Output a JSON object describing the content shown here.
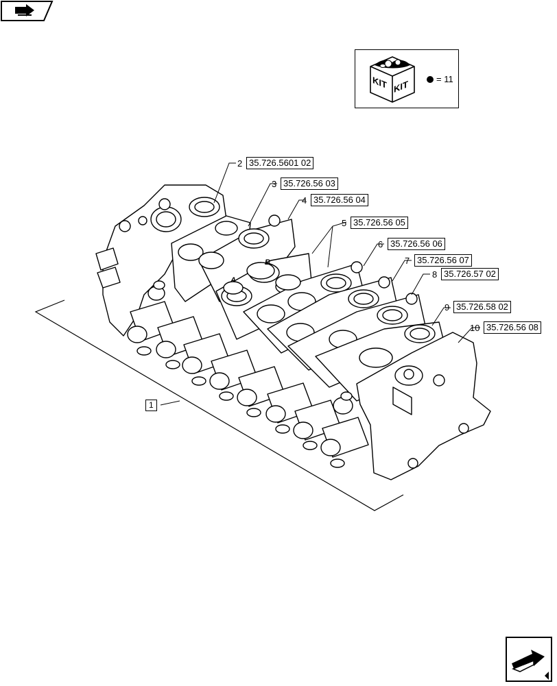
{
  "kit": {
    "icon_left_text": "KIT",
    "icon_right_text": "KIT",
    "legend_equals": "= 11",
    "bullet_icon": "filled-circle"
  },
  "callouts": [
    {
      "num": "1",
      "ref": ""
    },
    {
      "num": "2",
      "ref": "35.726.5601 02"
    },
    {
      "num": "3",
      "ref": "35.726.56 03"
    },
    {
      "num": "4",
      "ref": "35.726.56 04"
    },
    {
      "num": "5",
      "ref": "35.726.56 05"
    },
    {
      "num": "6",
      "ref": "35.726.56 06"
    },
    {
      "num": "7",
      "ref": "35.726.56 07"
    },
    {
      "num": "8",
      "ref": "35.726.57 02"
    },
    {
      "num": "9",
      "ref": "35.726.58 02"
    },
    {
      "num": "10",
      "ref": "35.726.56 08"
    }
  ],
  "part_marks": {
    "a": "A",
    "b": "B"
  },
  "nav": {
    "top_icon": "book-arrow-icon",
    "bottom_icon": "next-page-arrow-icon"
  }
}
